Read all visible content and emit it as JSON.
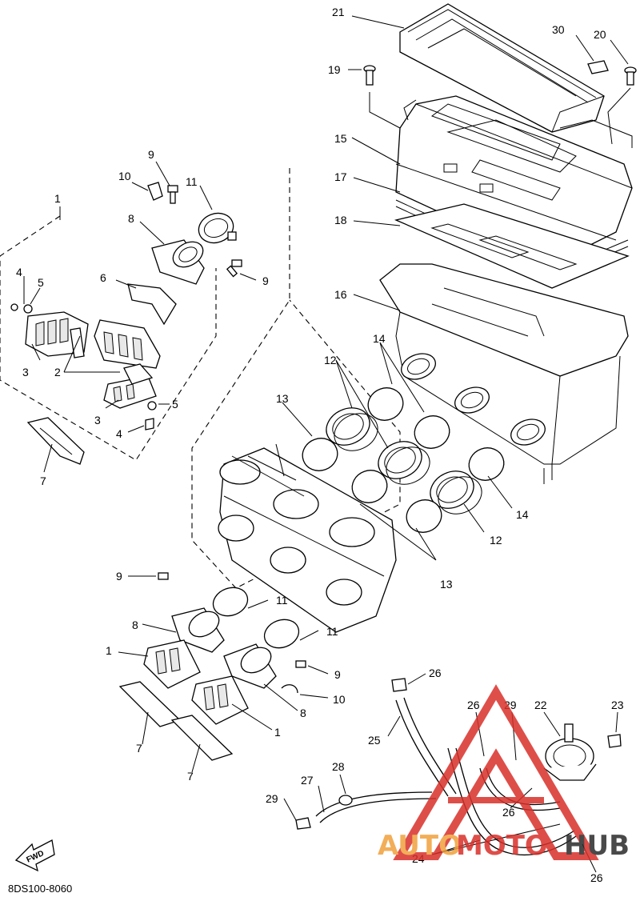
{
  "diagram_code": "8DS100-8060",
  "fwd_label": "FWD",
  "watermark": {
    "left": "AUTO",
    "mid": "MOTO",
    "right": "HUB",
    "color_red": "#d9302a",
    "color_orange": "#f0a03c",
    "color_dark": "#2a2a2a"
  },
  "labels": {
    "l1a": "1",
    "l1b": "1",
    "l1c": "1",
    "l2": "2",
    "l3a": "3",
    "l3b": "3",
    "l4a": "4",
    "l4b": "4",
    "l5a": "5",
    "l5b": "5",
    "l6": "6",
    "l7a": "7",
    "l7b": "7",
    "l7c": "7",
    "l8a": "8",
    "l8b": "8",
    "l8c": "8",
    "l9a": "9",
    "l9b": "9",
    "l9c": "9",
    "l9d": "9",
    "l10a": "10",
    "l10b": "10",
    "l11a": "11",
    "l11b": "11",
    "l11c": "11",
    "l12a": "12",
    "l12b": "12",
    "l13a": "13",
    "l13b": "13",
    "l14a": "14",
    "l14b": "14",
    "l15": "15",
    "l16": "16",
    "l17": "17",
    "l18": "18",
    "l19": "19",
    "l20": "20",
    "l21": "21",
    "l22": "22",
    "l23": "23",
    "l24": "24",
    "l25": "25",
    "l26a": "26",
    "l26b": "26",
    "l26c": "26",
    "l26d": "26",
    "l27": "27",
    "l28": "28",
    "l29a": "29",
    "l29b": "29",
    "l30": "30"
  }
}
